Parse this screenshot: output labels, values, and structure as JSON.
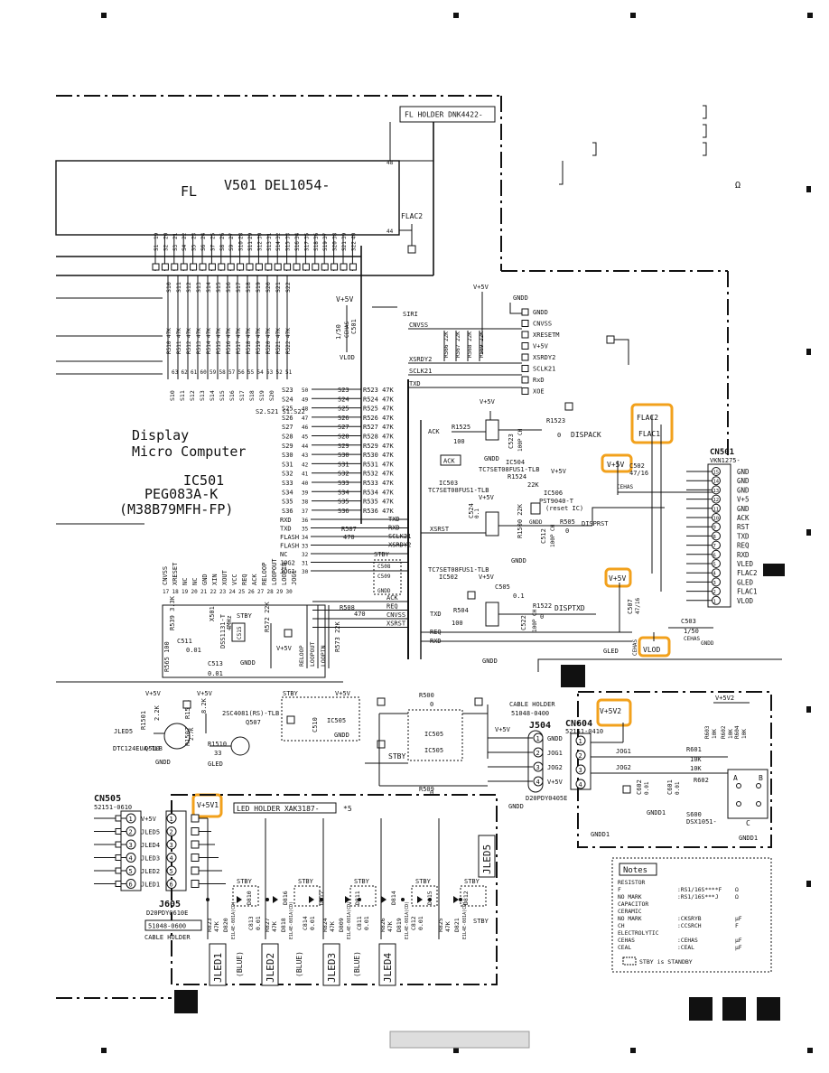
{
  "accent": "#f2a11c",
  "fl_holder": "FL HOLDER DNK4422-",
  "fl_label": "FL",
  "v501": "V501 DEL1054-",
  "pin48": "48",
  "pin44": "44",
  "flac2_left": "FLAC2",
  "grid_pins_top": [
    "19",
    "20",
    "21",
    "22",
    "23",
    "24",
    "25",
    "26",
    "27",
    "28",
    "29",
    "30",
    "31",
    "32",
    "33",
    "34",
    "35",
    "36",
    "37",
    "38",
    "39",
    "40"
  ],
  "grid_labels_top": [
    "S1",
    "S2",
    "S3",
    "S4",
    "S5",
    "S6",
    "S7",
    "S8",
    "S9",
    "S10",
    "S11",
    "S12",
    "S13",
    "S14",
    "S15",
    "S16",
    "S17",
    "S18",
    "S19",
    "S20",
    "S21",
    "S22"
  ],
  "seg_labels_mid": [
    "S10",
    "S11",
    "S12",
    "S13",
    "S14",
    "S15",
    "S16",
    "S17",
    "S18",
    "S19",
    "S20",
    "S21",
    "S22"
  ],
  "resistors_mid": [
    "R510 47K",
    "R511 47K",
    "R512 47K",
    "R513 47K",
    "R514 47K",
    "R515 47K",
    "R516 47K",
    "R517 47K",
    "R518 47K",
    "R519 47K",
    "R520 47K",
    "R521 47K",
    "R522 47K"
  ],
  "ic_pins_top": [
    "63",
    "62",
    "61",
    "60",
    "59",
    "58",
    "57",
    "56",
    "55",
    "54",
    "53",
    "52",
    "51"
  ],
  "seg_labels_low": [
    "S10",
    "S11",
    "S12",
    "S13",
    "S14",
    "S15",
    "S16",
    "S17",
    "S18",
    "S19",
    "S20"
  ],
  "v5v_left": "V+5V",
  "c501": "C501",
  "c501_val": "1/50",
  "cehas": "CEHAS",
  "vlod": "VLOD",
  "siri": "SIRI",
  "s_rows": [
    {
      "s": "S23",
      "pin": "50",
      "net": "S23",
      "r": "R523 47K"
    },
    {
      "s": "S24",
      "pin": "49",
      "net": "S24",
      "r": "R524 47K"
    },
    {
      "s": "S25",
      "pin": "48",
      "net": "S25",
      "r": "R525 47K"
    },
    {
      "s": "S26",
      "pin": "47",
      "net": "S26",
      "r": "R526 47K"
    },
    {
      "s": "S27",
      "pin": "46",
      "net": "S27",
      "r": "R527 47K"
    },
    {
      "s": "S28",
      "pin": "45",
      "net": "S28",
      "r": "R528 47K"
    },
    {
      "s": "S29",
      "pin": "44",
      "net": "S29",
      "r": "R529 47K"
    },
    {
      "s": "S30",
      "pin": "43",
      "net": "S30",
      "r": "R530 47K"
    },
    {
      "s": "S31",
      "pin": "42",
      "net": "S31",
      "r": "R531 47K"
    },
    {
      "s": "S32",
      "pin": "41",
      "net": "S32",
      "r": "R532 47K"
    },
    {
      "s": "S33",
      "pin": "40",
      "net": "S33",
      "r": "R533 47K"
    },
    {
      "s": "S34",
      "pin": "39",
      "net": "S34",
      "r": "R534 47K"
    },
    {
      "s": "S35",
      "pin": "38",
      "net": "S35",
      "r": "R535 47K"
    },
    {
      "s": "S36",
      "pin": "37",
      "net": "S36",
      "r": "R536 47K"
    }
  ],
  "s21_s22": "S2.S21\nS1.S22",
  "display_title_1": "Display",
  "display_title_2": "Micro Computer",
  "ic501": "IC501",
  "ic501_part": "PEG083A-K",
  "ic501_alt": "(M38B79MFH-FP)",
  "ic_side_pins": [
    {
      "name": "RXD",
      "pin": "36",
      "net": "TXD"
    },
    {
      "name": "TXD",
      "pin": "35",
      "net": "RXD"
    },
    {
      "name": "FLASH",
      "pin": "34",
      "net": "SCLK21"
    },
    {
      "name": "FLASH",
      "pin": "33",
      "net": "XSRDY2"
    },
    {
      "name": "NC",
      "pin": "32",
      "net": ""
    },
    {
      "name": "JOG2",
      "pin": "31",
      "net": ""
    },
    {
      "name": "JOG1",
      "pin": "30",
      "net": ""
    }
  ],
  "r507": "R507",
  "r507_val": "470",
  "stby": "STBY",
  "c508": "C508",
  "c509": "C509",
  "gndd": "GNDD",
  "r508": "R508",
  "r508_val": "470",
  "bus_nets_ic": [
    "ACK",
    "REQ",
    "CNVSS",
    "XSRST"
  ],
  "ic_bottom_names": [
    "CNVSS",
    "XRESET",
    "NC",
    "NC",
    "GND",
    "XIN",
    "XOUT",
    "VCC",
    "REQ",
    "ACK",
    "RELOOP",
    "LOOPOUT",
    "LOOPIN",
    "JOG1"
  ],
  "ic_bottom_pins": [
    "17",
    "18",
    "19",
    "20",
    "21",
    "22",
    "23",
    "24",
    "25",
    "26",
    "27",
    "28",
    "29",
    "30"
  ],
  "r539": "R539 3.3K",
  "c511": "C511",
  "x501": "X501",
  "dss": "DSS1131-T",
  "x501_freq": "4MHz",
  "c515": "C515",
  "r572": "R572 22K",
  "r573": "R573 22K",
  "c513": "C513",
  "c513_val": "0.01",
  "r565": "R565 100",
  "c511_val": "0.01",
  "loop_labels": [
    "RELOOP",
    "LOOPOUT",
    "LOOPIN"
  ],
  "gndd_mid": "GNDD",
  "v5v_mid": "V+5V",
  "gndd_top": "GNDD",
  "v5v_top": "V+5V",
  "resist_top": [
    "R566 22K",
    "R567 22K",
    "R568 22K",
    "R569 22K"
  ],
  "top_right_nets": [
    "GNDD",
    "CNVSS",
    "XRESETM",
    "V+5V",
    "XSRDY2",
    "SCLK21",
    "RxD",
    "XOE"
  ],
  "left_nets_top": [
    "CNVSS",
    "XSRDY2",
    "SCLK21",
    "TXD"
  ],
  "xsrdy2_net": "XSRDY2",
  "sclk21_net": "SCLK21",
  "txd_net": "TXD",
  "r1525": "R1525",
  "r1525_val": "100",
  "r1523": "R1523",
  "r1523_val": "0",
  "dispack": "DISPACK",
  "ack_label": "ACK",
  "ack_box": "ACK",
  "c523": "C523",
  "c523_val": "100P CH",
  "ic504": "IC504",
  "ic504_part": "TC7SET08FUS1-TLB",
  "ic503": "IC503",
  "ic503_part": "TC7SET08FUS1-TLB",
  "r1524": "R1524",
  "r1524_val": "22K",
  "v5v_r": "V+5V",
  "ic506": "IC506",
  "ic506_part": "PST9040-T",
  "ic506_note": "(reset IC)",
  "c524": "C524",
  "c524_val": "0.1",
  "r1500": "R1500 22K",
  "xsrst": "XSRST",
  "c512": "C512",
  "c512_val": "100P CH",
  "r505": "R505",
  "r505_val": "0",
  "disprst": "DISPRST",
  "gndd_ic506": "GNDD",
  "ic502": "IC502",
  "ic502_part": "TC7SET08FUS1-TLB",
  "c505": "C505",
  "c505_val": "0.1",
  "r1522": "R1522",
  "r1522_val": "0",
  "disptxd": "DISPTXD",
  "r504": "R504",
  "r504_val": "100",
  "c522": "C522",
  "c522_val": "100P CH",
  "txd2": "TXD",
  "req": "REQ",
  "rxd": "RXD",
  "gndd_b": "GNDD",
  "flac2_hi": "FLAC2",
  "flac1_hi": "FLAC1",
  "v5v_hi": "V+5V",
  "c502": "C502",
  "c502_val": "47/16",
  "cehas2": "CEHAS",
  "v5v_hi2": "V+5V",
  "c507": "C507",
  "c507_val": "47/16",
  "c503": "C503",
  "c503_val": "1/50",
  "cehas3": "CEHAS",
  "gled": "GLED",
  "cehas4": "CEHAS",
  "vlod_hi": "VLOD",
  "gndd_c503": "GNDD",
  "cn501": "CN501",
  "cn501_part": "VKN1275-",
  "cn501_pins": [
    {
      "n": "15",
      "name": "GND"
    },
    {
      "n": "14",
      "name": "GND"
    },
    {
      "n": "13",
      "name": "GND"
    },
    {
      "n": "12",
      "name": "V+5"
    },
    {
      "n": "11",
      "name": "GND"
    },
    {
      "n": "10",
      "name": "ACK"
    },
    {
      "n": "9",
      "name": "RST"
    },
    {
      "n": "8",
      "name": "TXD"
    },
    {
      "n": "7",
      "name": "REQ"
    },
    {
      "n": "6",
      "name": "RXD"
    },
    {
      "n": "5",
      "name": "VLED"
    },
    {
      "n": "4",
      "name": "FLAC2"
    },
    {
      "n": "3",
      "name": "GLED"
    },
    {
      "n": "2",
      "name": "FLAC1"
    },
    {
      "n": "1",
      "name": "VLOD"
    }
  ],
  "v5v_q": "V+5V",
  "r1501": "R1501",
  "r1501_val": "2.2K",
  "r1504": "R1504",
  "r1504_val": "8.2K",
  "r1507": "R1507",
  "r1507_val": "2.7K",
  "r1510": "R1510",
  "r1510_val": "33",
  "q510": "Q510",
  "q510_part": "DTC124EUA-TLB",
  "q507": "Q507",
  "q507_part": "2SC4081(RS)-TLB",
  "jled5": "JLED5",
  "gndd_q": "GNDD",
  "gled_q": "GLED",
  "v5v_q2": "V+5V",
  "stby_ic505": "STBY",
  "v5v_ic505": "V+5V",
  "ic505": "IC505",
  "c510": "C510",
  "gndd_ic505": "GNDD",
  "r500": "R500",
  "r500_val": "0",
  "r509": "R509",
  "r509_val": "0",
  "ic505_a": "IC505",
  "ic505_b": "IC505",
  "stby_mid": "STBY",
  "cable_holder_1": "CABLE HOLDER",
  "cable_holder_1_part": "51048-0400",
  "j504": "J504",
  "j504_part": "D20PDY0405E",
  "j504_pins": [
    "GNDD",
    "JOG1",
    "JOG2",
    "V+5V"
  ],
  "v5v_j": "V+5V",
  "gndd_j": "GNDD",
  "cn604": "CN604",
  "cn604_part": "52151-0410",
  "v5v2": "V+5V2",
  "v5v2_b": "V+5V2",
  "r603": "R603",
  "r603_val": "10K",
  "r602_top": "R602",
  "r602_top_val": "10K",
  "r604": "R604",
  "r604_val": "10K",
  "r601": "R601",
  "r601_val": "10K",
  "r602": "R602",
  "r602_val": "10K",
  "jog1": "JOG1",
  "jog2": "JOG2",
  "c602": "C602",
  "c602_val": "0.01",
  "c601": "C601",
  "c601_val": "0.01",
  "gndd1_a": "GNDD1",
  "gndd1_b": "GNDD1",
  "gndd1_c": "GNDD1",
  "s600": "S600",
  "s600_part": "DSX1051-",
  "sw_a": "A",
  "sw_b": "B",
  "sw_c": "C",
  "cn505": "CN505",
  "cn505_part": "52151-0610",
  "cn505_pins": [
    "V+5V",
    "JLED5",
    "JLED4",
    "JLED3",
    "JLED2",
    "JLED1"
  ],
  "v5v1": "V+5V1",
  "led_holder": "LED HOLDER XAK3187-",
  "led_holder_note": "*5",
  "stby_labels": [
    "STBY",
    "STBY",
    "STBY",
    "STBY",
    "STBY"
  ],
  "d_labels": [
    "D810",
    "D816",
    "D817",
    "D811",
    "D814",
    "D815",
    "D812"
  ],
  "c_labels": [
    "C813",
    "C814",
    "C811",
    "C812"
  ],
  "c_vals": [
    "0.01",
    "0.01",
    "0.01",
    "0.01"
  ],
  "r_labels": [
    "R823",
    "R827",
    "R824",
    "R826",
    "R825"
  ],
  "r_vals": [
    "47K",
    "47K",
    "47K",
    "47K",
    "47K"
  ],
  "d_parts": [
    "D820",
    "D818",
    "D809",
    "D819",
    "D821"
  ],
  "d_part_type": "E1L4E-081A(CD)",
  "jled_boxes": [
    "JLED1",
    "JLED2",
    "JLED3",
    "JLED4",
    "JLED5"
  ],
  "blue": [
    "(BLUE)",
    "(BLUE)",
    "(BLUE)"
  ],
  "j605": "J605",
  "j605_part": "D20PDY0610E",
  "cable_holder_2": "CABLE HOLDER",
  "cable_holder_2_part": "51048-0600",
  "stby_j605": "STBY",
  "notes_title": "Notes",
  "notes_lines": [
    {
      "a": "RESISTOR",
      "b": "",
      "c": ""
    },
    {
      "a": "  F",
      "b": ":RS1/16S****F",
      "c": "Ω"
    },
    {
      "a": "  NO MARK",
      "b": ":RS1/16S***J",
      "c": "Ω"
    },
    {
      "a": "CAPACITOR",
      "b": "",
      "c": ""
    },
    {
      "a": "  CERAMIC",
      "b": "",
      "c": ""
    },
    {
      "a": "    NO MARK",
      "b": ":CKSRYB",
      "c": "µF"
    },
    {
      "a": "    CH",
      "b": ":CCSRCH",
      "c": "F"
    },
    {
      "a": "  ELECTROLYTIC",
      "b": "",
      "c": ""
    },
    {
      "a": "    CEHAS",
      "b": ":CEHAS",
      "c": "µF"
    },
    {
      "a": "    CEAL",
      "b": ":CEAL",
      "c": "µF"
    }
  ],
  "notes_stby": "STBY is STANDBY",
  "omega": "Ω",
  "sheet_letter": "B"
}
